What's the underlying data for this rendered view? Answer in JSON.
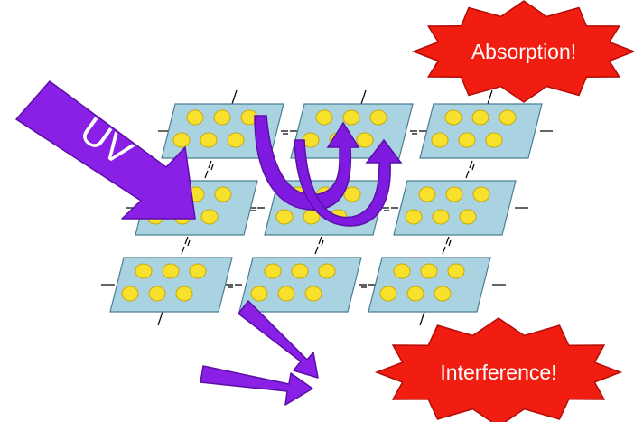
{
  "labels": {
    "uv": "UV",
    "absorption": "Absorption!",
    "interference": "Interference!"
  },
  "colors": {
    "background": "#ffffff",
    "tile_fill": "#a9d3e0",
    "tile_stroke": "#4a7d92",
    "dot_fill": "#f7e12d",
    "dot_stroke": "#c9a80c",
    "arrow_fill": "#8a1fe6",
    "arrow_stroke": "#5a0fa6",
    "burst_fill": "#f01d10",
    "burst_stroke": "#b30c06",
    "burst_text": "#ffffff",
    "link": "#000000"
  },
  "grid": {
    "rows": 3,
    "columns": 3,
    "dots_per_tile": 6
  }
}
